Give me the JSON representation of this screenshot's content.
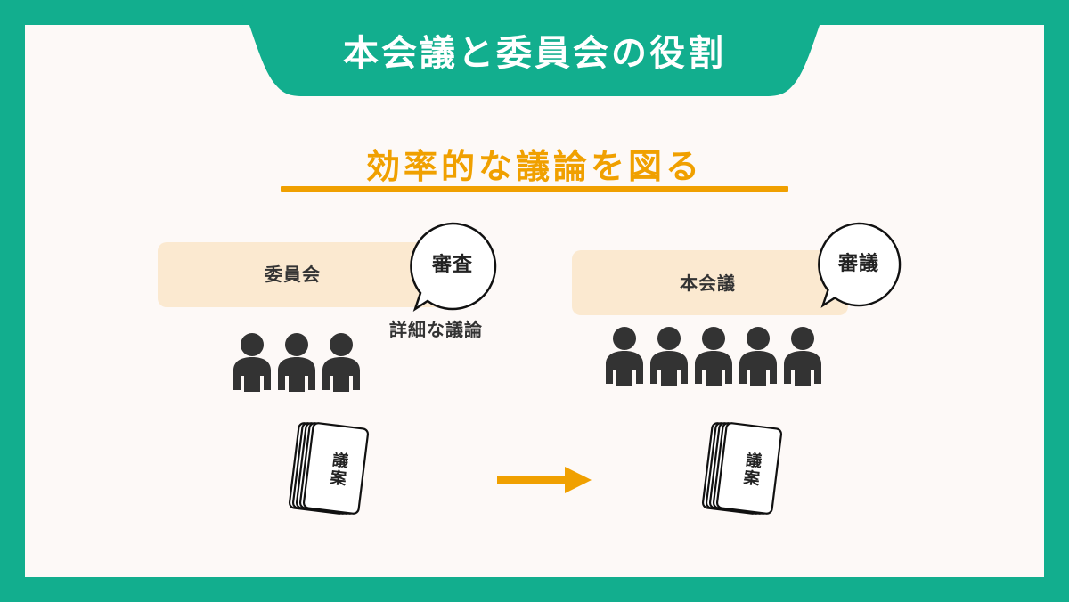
{
  "header": {
    "title": "本会議と委員会の役割"
  },
  "subtitle": "効率的な議論を図る",
  "committee": {
    "label": "委員会",
    "bubble": "審査",
    "note": "詳細な議論",
    "people_count": 3,
    "document_label": "議案"
  },
  "plenary": {
    "label": "本会議",
    "bubble": "審議",
    "people_count": 5,
    "document_label": "議案"
  },
  "colors": {
    "frame": "#12ae8e",
    "accent": "#f0a000",
    "bar": "#fbe9d0",
    "person": "#333333"
  },
  "icons": [
    "person-icon",
    "document-stack-icon",
    "arrow-right-icon",
    "speech-bubble-icon"
  ]
}
